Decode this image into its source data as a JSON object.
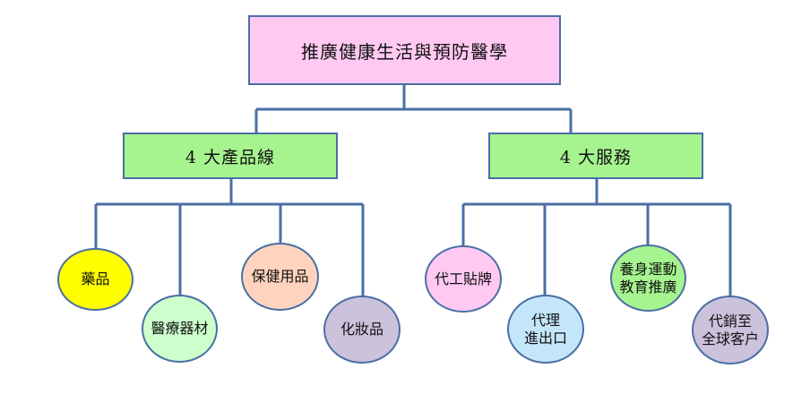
{
  "root": {
    "label": "推廣健康生活與預防醫學"
  },
  "categories": [
    {
      "label": "4 大產品線",
      "items": [
        {
          "label": "藥品",
          "color": "#ffff00"
        },
        {
          "label": "醫療器材",
          "color": "#ccffcc"
        },
        {
          "label": "保健用品",
          "color": "#ffd3bd"
        },
        {
          "label": "化妝品",
          "color": "#ccc2dc"
        }
      ]
    },
    {
      "label": "4 大服務",
      "items": [
        {
          "line1": "代工貼牌",
          "line2": "",
          "color": "#ffc9f2"
        },
        {
          "line1": "代理",
          "line2": "進出口",
          "color": "#c4e6fb"
        },
        {
          "line1": "養身運動",
          "line2": "教育推廣",
          "color": "#a6f48f"
        },
        {
          "line1": "代銷至",
          "line2": "全球客户",
          "color": "#ccc2dc"
        }
      ]
    }
  ],
  "connector_color": "#4a6fa5"
}
